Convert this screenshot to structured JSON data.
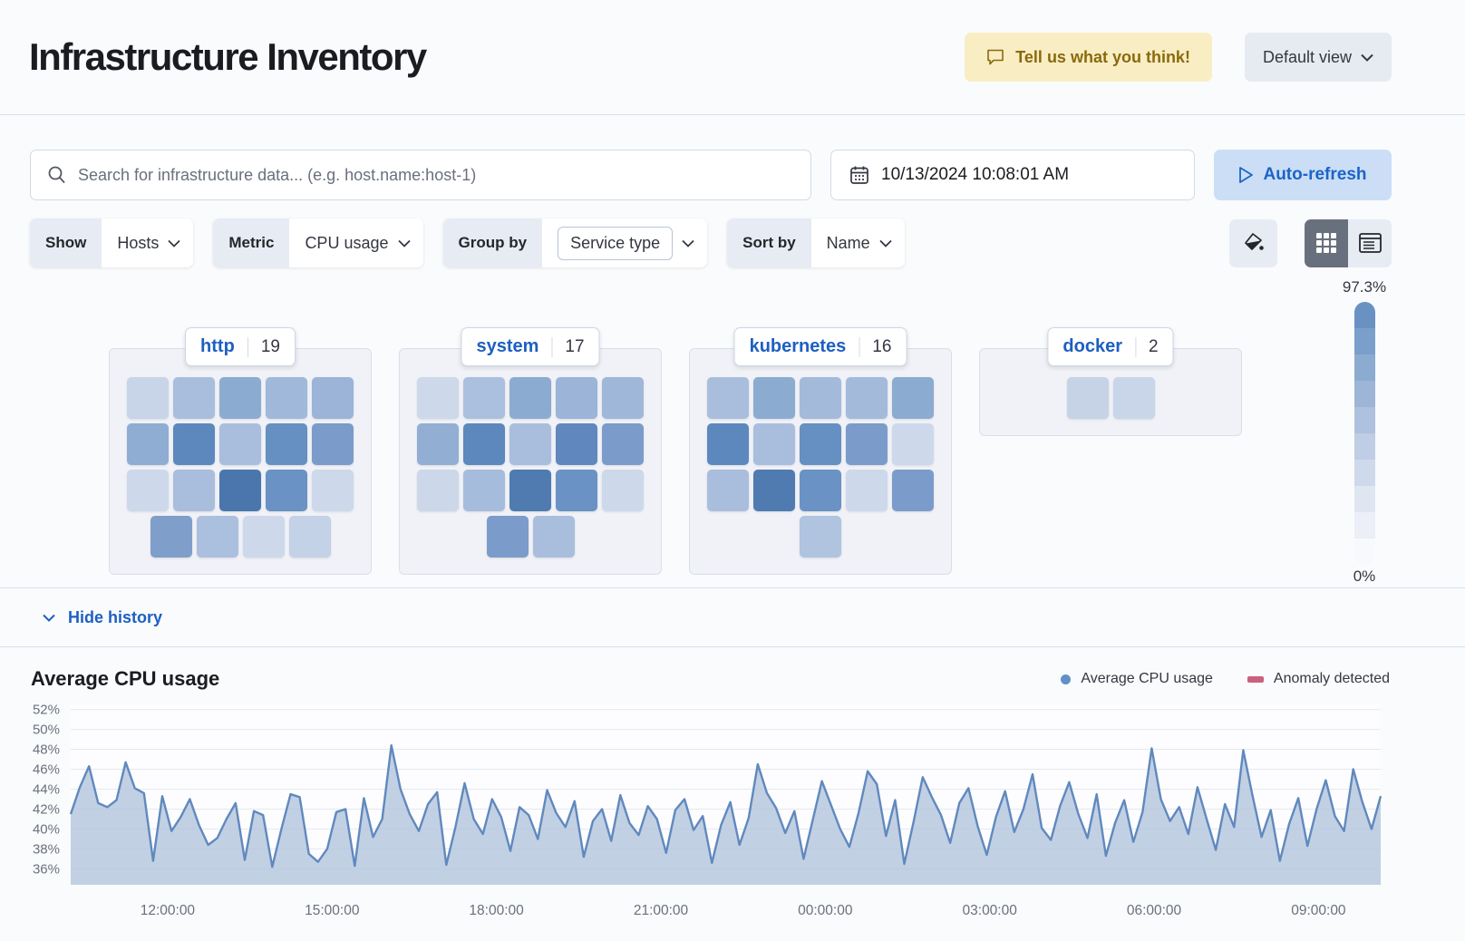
{
  "header": {
    "title": "Infrastructure Inventory",
    "feedback_label": "Tell us what you think!",
    "view_selector": "Default view"
  },
  "toolbar": {
    "search_placeholder": "Search for infrastructure data... (e.g. host.name:host-1)",
    "date_time": "10/13/2024 10:08:01 AM",
    "auto_refresh_label": "Auto-refresh"
  },
  "filters": {
    "show": {
      "label": "Show",
      "value": "Hosts"
    },
    "metric": {
      "label": "Metric",
      "value": "CPU usage"
    },
    "group_by": {
      "label": "Group by",
      "value": "Service type"
    },
    "sort_by": {
      "label": "Sort by",
      "value": "Name"
    }
  },
  "view_toggle": {
    "selected": "grid"
  },
  "legend": {
    "max": "97.3%",
    "min": "0%",
    "gradient_steps": [
      "#6992c3",
      "#7b9fcb",
      "#8cabd1",
      "#9db5d7",
      "#aec1de",
      "#bfcde5",
      "#cfd9ec",
      "#dfe6f2",
      "#eceff7",
      "#f7f9fc"
    ]
  },
  "groups": [
    {
      "name": "http",
      "count": "19",
      "tile_rows": [
        [
          "#c8d5e9",
          "#a9bedd",
          "#8cabd1",
          "#a0b8d9",
          "#9bb4d7"
        ],
        [
          "#8fadd2",
          "#5c88bd",
          "#a9bedd",
          "#6690c2",
          "#7b9cca"
        ],
        [
          "#cdd9eb",
          "#a9bedd",
          "#4a76ad",
          "#6a92c4",
          "#cdd9eb"
        ],
        [
          "#7f9fca",
          "#aac0de",
          "#cdd9eb",
          "#c4d2e7"
        ]
      ]
    },
    {
      "name": "system",
      "count": "17",
      "tile_rows": [
        [
          "#cdd9eb",
          "#abc0de",
          "#8cabd1",
          "#9bb4d7",
          "#9fb7d9"
        ],
        [
          "#92afd3",
          "#5c88bd",
          "#a9bedd",
          "#6088be",
          "#7b9cca"
        ],
        [
          "#ccd8ea",
          "#a6bcdc",
          "#4f7bb0",
          "#6a92c4",
          "#cdd9eb"
        ],
        [
          "#7b9cca",
          "#a9bedd"
        ]
      ]
    },
    {
      "name": "kubernetes",
      "count": "16",
      "tile_rows": [
        [
          "#a9bedd",
          "#8cabd1",
          "#a3badb",
          "#a3badb",
          "#8cabd1"
        ],
        [
          "#5c88bd",
          "#a9bedd",
          "#6690c2",
          "#7b9cca",
          "#cdd9eb"
        ],
        [
          "#a9bedd",
          "#4f7bb0",
          "#6a92c4",
          "#cdd9eb",
          "#7b9cca"
        ],
        [
          "#b0c4e0"
        ]
      ]
    },
    {
      "name": "docker",
      "count": "2",
      "tile_rows": [
        [
          "#c6d2e6",
          "#c9d5e8"
        ]
      ]
    }
  ],
  "history": {
    "toggle_label": "Hide history"
  },
  "chart": {
    "title": "Average CPU usage",
    "legend": [
      {
        "label": "Average CPU usage",
        "color": "#6090c8"
      },
      {
        "label": "Anomaly detected",
        "color": "#c9617f"
      }
    ]
  },
  "chart_data": {
    "type": "area",
    "title": "Average CPU usage",
    "series_name": "Average CPU usage",
    "y_tick_labels": [
      "52%",
      "50%",
      "48%",
      "46%",
      "44%",
      "42%",
      "40%",
      "38%",
      "36%"
    ],
    "y_tick_values": [
      52,
      50,
      48,
      46,
      44,
      42,
      40,
      38,
      36
    ],
    "x_tick_labels": [
      "12:00:00",
      "15:00:00",
      "18:00:00",
      "21:00:00",
      "00:00:00",
      "03:00:00",
      "06:00:00",
      "09:00:00"
    ],
    "x_tick_fractions": [
      0.074,
      0.1995,
      0.325,
      0.4505,
      0.576,
      0.7015,
      0.827,
      0.9525
    ],
    "ylim": [
      34.4,
      52.6
    ],
    "grid": true,
    "legend_position": "top-right",
    "line_color": "#6089bd",
    "fill_color": "#b3c4dd",
    "values": [
      41.5,
      44.2,
      46.3,
      42.6,
      42.2,
      42.9,
      46.7,
      44.1,
      43.6,
      36.8,
      43.3,
      39.8,
      41.2,
      43.0,
      40.4,
      38.4,
      39.1,
      41.0,
      42.6,
      36.9,
      41.8,
      41.4,
      36.2,
      40.0,
      43.5,
      43.2,
      37.5,
      36.7,
      38.0,
      41.7,
      42.0,
      36.3,
      43.1,
      39.2,
      41.0,
      48.4,
      44.0,
      41.5,
      39.8,
      42.5,
      43.7,
      36.4,
      40.2,
      44.6,
      41.0,
      39.5,
      43.0,
      41.2,
      37.8,
      42.2,
      41.4,
      39.0,
      43.9,
      41.6,
      40.2,
      42.8,
      37.2,
      40.8,
      42.0,
      38.8,
      43.4,
      40.6,
      39.4,
      42.3,
      41.0,
      37.6,
      41.9,
      43.0,
      39.9,
      41.3,
      36.6,
      40.4,
      42.7,
      38.4,
      41.1,
      46.5,
      43.6,
      42.1,
      39.6,
      41.8,
      37.0,
      40.9,
      44.8,
      42.4,
      40.0,
      38.2,
      41.6,
      45.8,
      44.5,
      39.3,
      42.9,
      36.5,
      40.7,
      45.2,
      43.2,
      41.4,
      38.6,
      42.6,
      44.1,
      40.3,
      37.4,
      41.2,
      43.8,
      39.7,
      42.0,
      45.5,
      40.1,
      38.9,
      42.3,
      44.7,
      41.5,
      39.1,
      43.5,
      37.3,
      40.6,
      42.9,
      38.7,
      41.7,
      48.1,
      43.0,
      40.8,
      42.2,
      39.5,
      44.2,
      41.0,
      37.9,
      42.5,
      40.2,
      47.9,
      43.4,
      39.2,
      41.9,
      36.8,
      40.5,
      43.1,
      38.3,
      42.0,
      44.9,
      41.3,
      39.8,
      46.0,
      42.7,
      40.0,
      43.3
    ]
  }
}
